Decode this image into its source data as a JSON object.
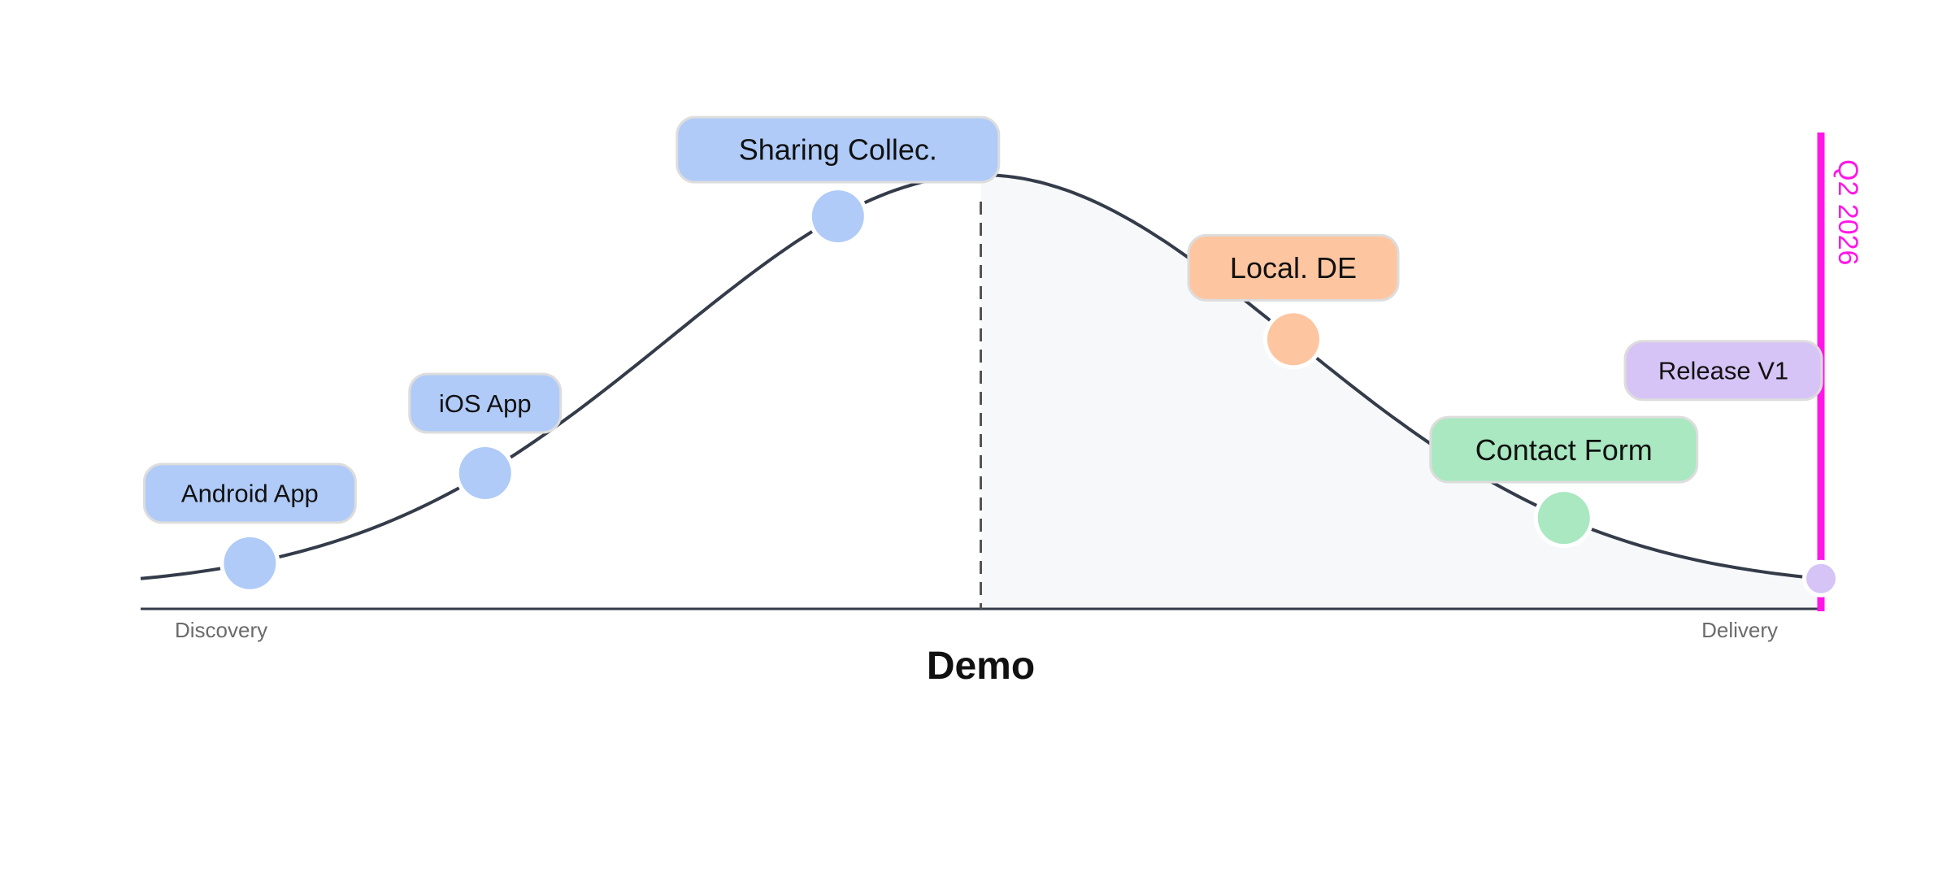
{
  "diagram": {
    "title": "Demo",
    "phase_start": "Discovery",
    "phase_end": "Delivery",
    "colors": {
      "curve": "#343c4a",
      "fill": "#f1f3f7",
      "blue": "#b0cbf8",
      "orange": "#fdc6a0",
      "green": "#a9e8c1",
      "purple": "#d6c4f6",
      "marker": "#ff17e6",
      "pill_border": "#dddddd"
    },
    "items": [
      {
        "label": "Android App",
        "t": 0.065,
        "color": "blue"
      },
      {
        "label": "iOS App",
        "t": 0.205,
        "color": "blue"
      },
      {
        "label": "Sharing Collec.",
        "t": 0.415,
        "color": "blue"
      },
      {
        "label": "Local. DE",
        "t": 0.686,
        "color": "orange"
      },
      {
        "label": "Contact Form",
        "t": 0.847,
        "color": "green"
      },
      {
        "label": "Release V1",
        "t": 1.0,
        "color": "purple"
      }
    ],
    "marker": {
      "label": "Q2 2026",
      "t": 1.0
    }
  }
}
